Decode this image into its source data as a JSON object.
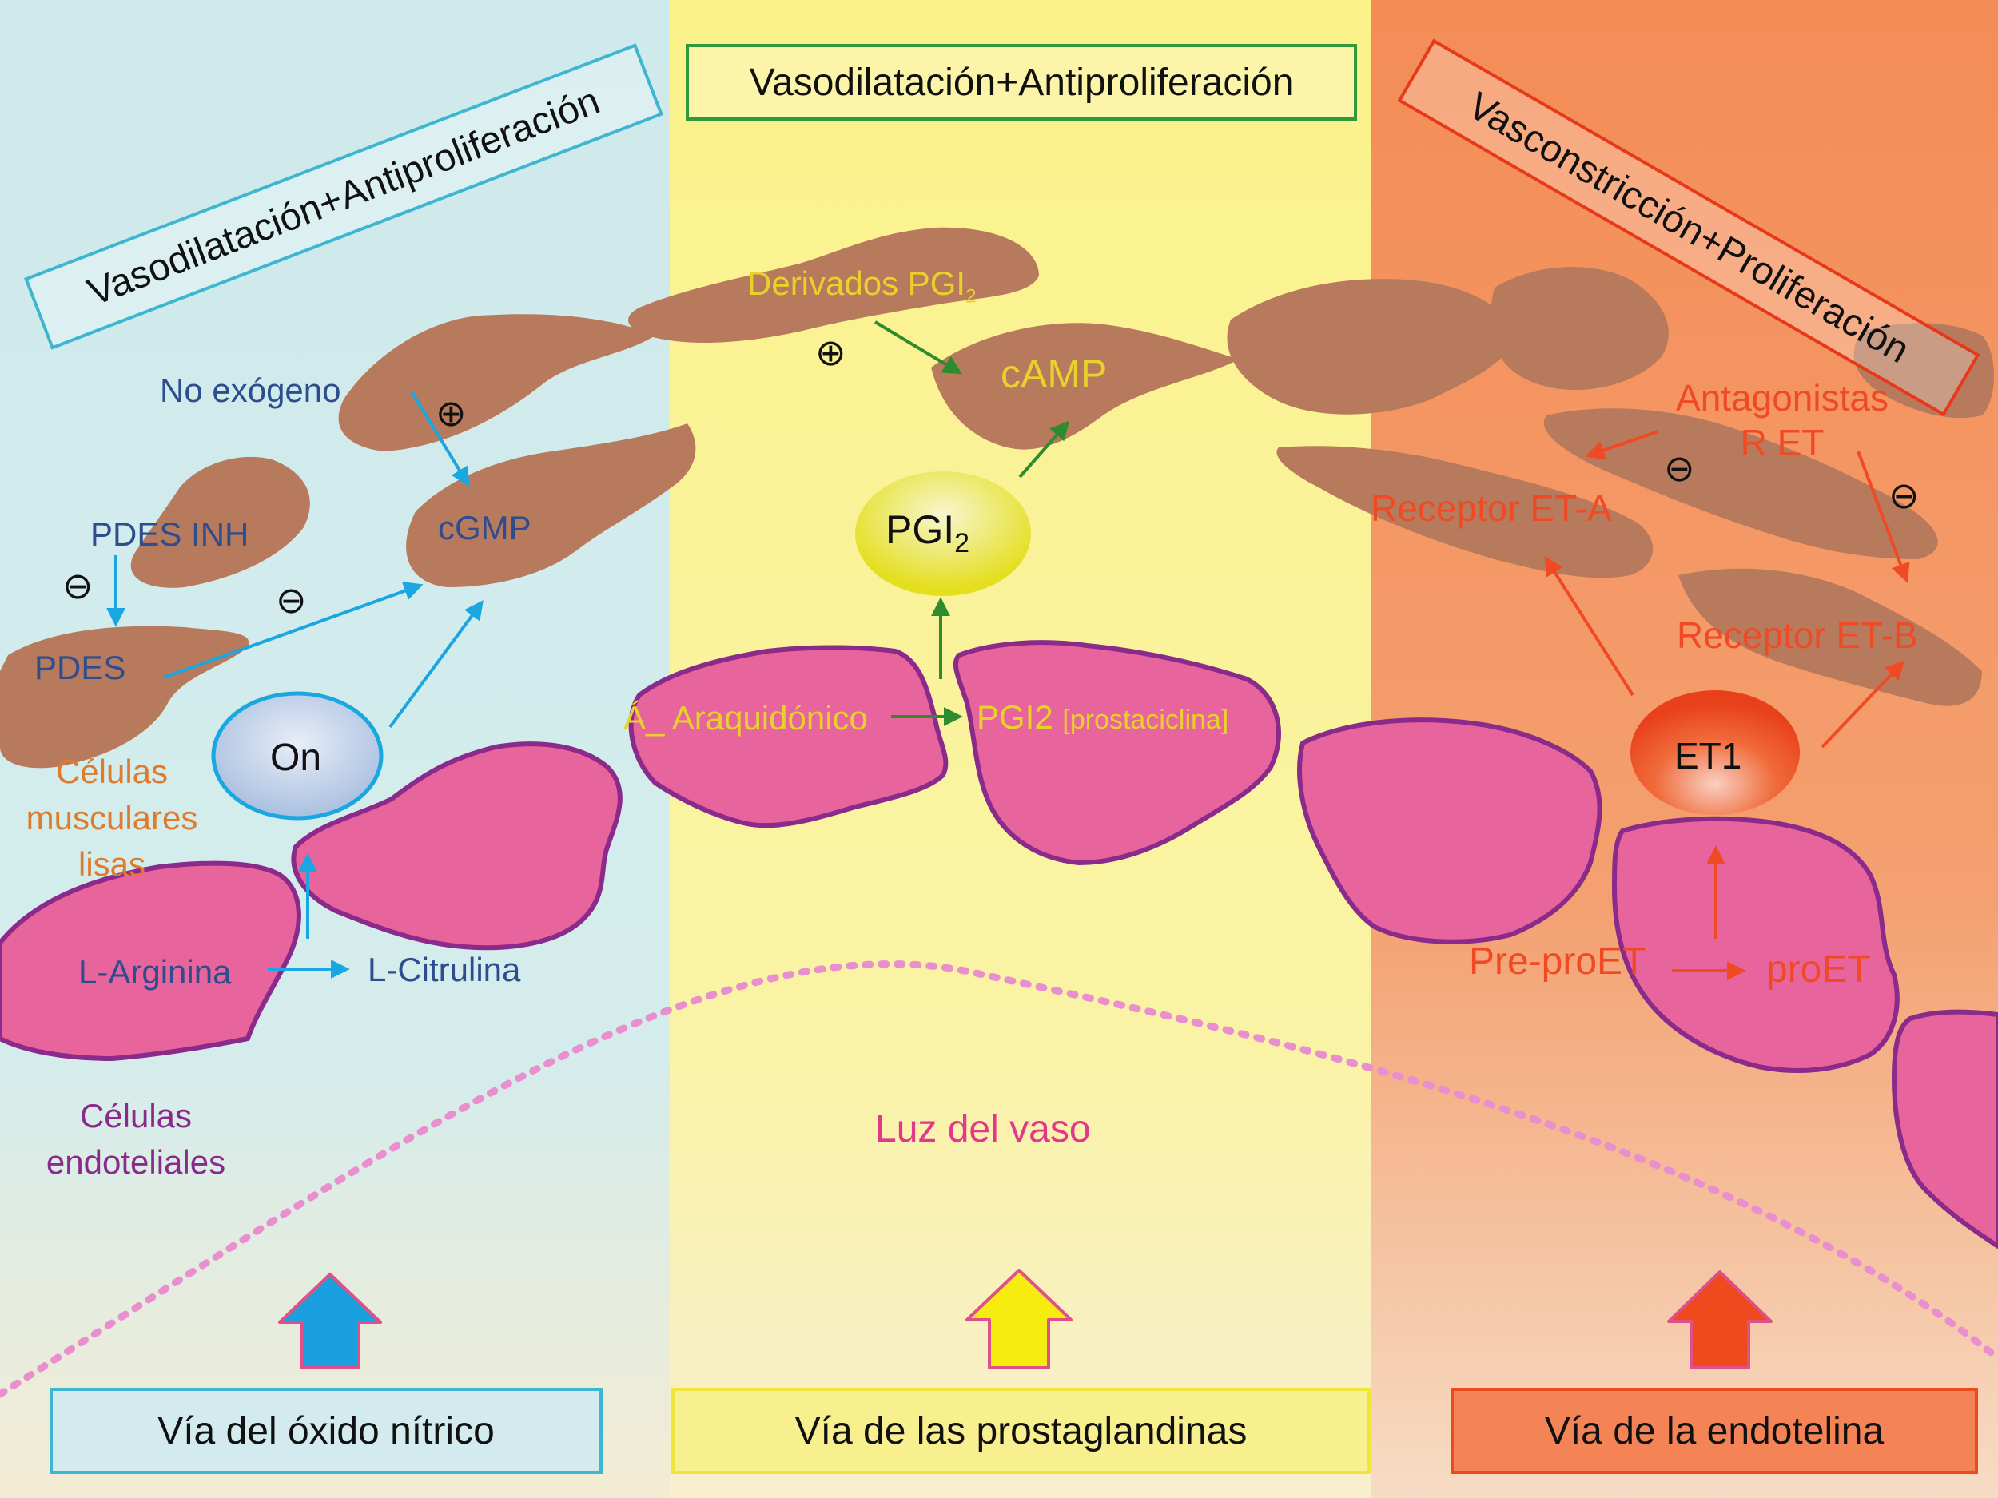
{
  "top_boxes": {
    "no_effect": "Vasodilatación+Antiproliferación",
    "pg_effect": "Vasodilatación+Antiproliferación",
    "et_effect": "Vasconstricción+Proliferación"
  },
  "no_pathway": {
    "no_exogeno": "No exógeno",
    "cgmp": "cGMP",
    "pdes_inh": "PDES INH",
    "pdes": "PDES",
    "on": "On",
    "smooth_muscle_cells": "Células musculares lisas",
    "l_arginina": "L-Arginina",
    "l_citrulina": "L-Citrulina",
    "endothelial_cells": "Células endoteliales",
    "plus_sign": "⊕",
    "minus_sign_1": "⊖",
    "minus_sign_2": "⊖"
  },
  "pg_pathway": {
    "derivados_base": "Derivados PGI",
    "derivados_sub": "2",
    "camp": "cAMP",
    "pgi2_base": "PGI",
    "pgi2_sub": "2",
    "araquidonico": "Á_ Araquidónico",
    "prostaciclina_base": "PGI2",
    "prostaciclina_note": "[prostaciclina]",
    "plus_sign": "⊕",
    "lumen": "Luz del vaso"
  },
  "et_pathway": {
    "antagonistas_line1": "Antagonistas",
    "antagonistas_line2": "R ET",
    "receptor_eta": "Receptor ET-A",
    "receptor_etb": "Receptor ET-B",
    "et1": "ET1",
    "pre_proet": "Pre-proET",
    "proet": "proET",
    "minus_sign_1": "⊖",
    "minus_sign_2": "⊖"
  },
  "bottom_boxes": {
    "no": "Vía del óxido nítrico",
    "pg": "Vía de las prostaglandinas",
    "et": "Vía de la endotelina"
  },
  "colors": {
    "muscle_cell": "#b87a5c",
    "endothelial_cell": "#e7649c",
    "endothelial_border": "#8a2a8a",
    "no_arrow": "#1aa6e0",
    "pg_arrow": "#2e8b2e",
    "et_arrow": "#f04a24",
    "no_text": "#2d4d8e",
    "smooth_text": "#e07a2c",
    "endo_text": "#8a2a8a",
    "pg_text": "#e8d12a",
    "et_text": "#f04a24",
    "lumen_text": "#e2378a"
  }
}
